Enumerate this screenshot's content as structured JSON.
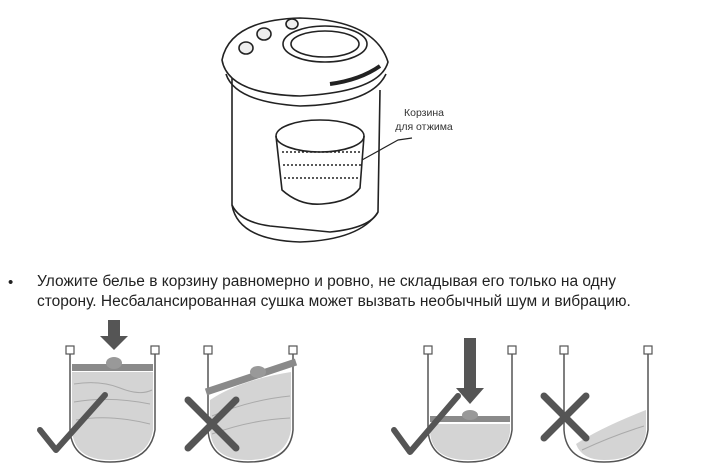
{
  "callout": {
    "line1": "Корзина",
    "line2": "для отжима"
  },
  "instruction": {
    "bullet": "•",
    "line1": "Уложите белье в корзину равномерно и ровно, не складывая его только на одну",
    "line2": "сторону. Несбалансированная сушка может вызвать необычный шум и вибрацию."
  },
  "colors": {
    "line": "#222222",
    "mark": "#555555",
    "plate": "#8a8a8a",
    "laundry": "#c9c9c9"
  },
  "icons": [
    "check-icon",
    "cross-icon",
    "down-arrow-icon"
  ]
}
